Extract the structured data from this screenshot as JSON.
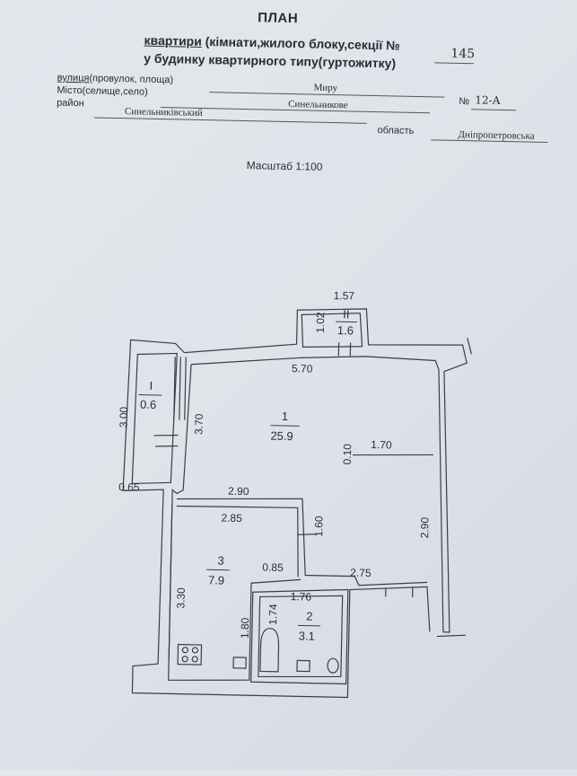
{
  "header": {
    "title": "ПЛАН",
    "line1_underlined": "квартири",
    "line1_rest": " (кімнати,жилого блоку,секції №",
    "section_number": "145",
    "line2": "у будинку квартирного типу(гуртожитку)"
  },
  "fields": {
    "street_label_u": "вулиця",
    "street_label_rest": "(провулок, площа)",
    "street_value": "Миру",
    "house_label": "№",
    "house_value": "12-А",
    "city_label": "Місто(селище,село)",
    "city_value": "Синельникове",
    "district_label": "район",
    "district_value": "Синельниківський",
    "region_label": "область",
    "region_value": "Дніпропетровська"
  },
  "scale": "Масштаб 1:100",
  "plan": {
    "rooms": [
      {
        "id": "1",
        "area": "25.9"
      },
      {
        "id": "2",
        "area": "3.1"
      },
      {
        "id": "3",
        "area": "7.9"
      },
      {
        "id": "I",
        "area": "0.6"
      },
      {
        "id": "II",
        "area": "1.6"
      }
    ],
    "dims": {
      "d_157": "1.57",
      "d_102": "1.02",
      "d_570": "5.70",
      "d_300": "3.00",
      "d_370": "3.70",
      "d_010": "0.10",
      "d_170": "1.70",
      "d_065": "0.65",
      "d_290a": "2.90",
      "d_285": "2.85",
      "d_160": "1.60",
      "d_290b": "2.90",
      "d_330": "3.30",
      "d_085": "0.85",
      "d_275": "2.75",
      "d_174": "1.74",
      "d_176": "1.76",
      "d_180": "1.80"
    }
  }
}
